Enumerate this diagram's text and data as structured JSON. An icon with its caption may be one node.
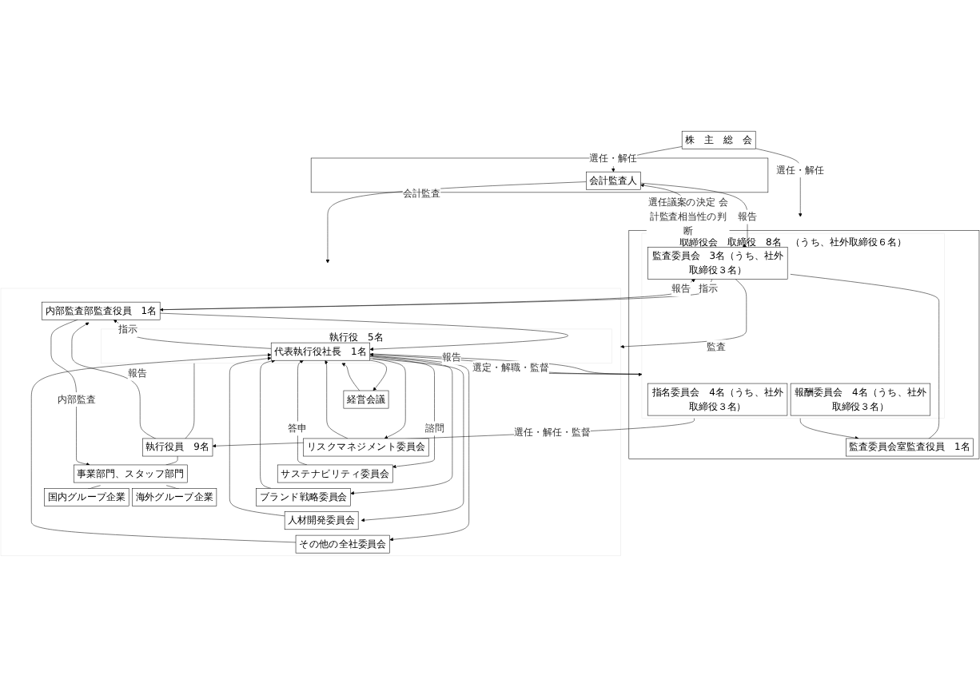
{
  "diagram": {
    "nodes": [
      {
        "text": [
          "株　主　総　会"
        ]
      },
      {
        "text": [],
        "shape": "box"
      },
      {
        "text": [
          "取締役会　取締役　8名　（うち、社外取締役６名）"
        ],
        "in": 1
      },
      {
        "text": [
          "指名委員会　4名（うち、社外取締役３名）"
        ],
        "in": 2
      },
      {
        "text": [
          "報酬委員会　4名（うち、社外取締役３名）"
        ],
        "in": 2
      },
      {
        "text": [
          "監査委員会　3名（うち、社外取締役３名）"
        ],
        "in": 2
      },
      {
        "text": [
          "監査委員会室監査役員　1名"
        ],
        "in": 1
      },
      {
        "text": [],
        "shape": "box"
      },
      {
        "text": [
          "会計監査人"
        ],
        "in": 7
      },
      {
        "text": [],
        "shape": "box"
      },
      {
        "text": [
          "経営会議"
        ],
        "in": 9
      },
      {
        "text": [
          "リスクマネジメント委員会"
        ],
        "in": 9
      },
      {
        "text": [
          "サステナビリティ委員会"
        ],
        "in": 9
      },
      {
        "text": [
          "ブランド戦略委員会"
        ],
        "in": 9
      },
      {
        "text": [
          "人材開発委員会"
        ],
        "in": 9
      },
      {
        "text": [
          "その他の全社委員会"
        ],
        "in": 9
      },
      {
        "text": [
          "執行役　5名"
        ],
        "in": 9
      },
      {
        "text": [
          "代表執行役社長　1名"
        ],
        "in": 16
      },
      {
        "text": [
          "内部監査部監査役員　1名"
        ],
        "in": 9
      },
      {
        "text": [
          "執行役員　9名"
        ],
        "in": 9
      },
      {
        "text": [
          "事業部門、スタッフ部門"
        ],
        "in": 9
      },
      {
        "text": [
          "国内グループ企業"
        ],
        "in": 9
      },
      {
        "text": [
          "海外グループ企業"
        ],
        "in": 9
      }
    ],
    "edges": [
      {
        "from": 0,
        "to": 2,
        "arrow": "to",
        "label": "選任・解任"
      },
      {
        "from": 0,
        "to": 8,
        "arrow": "to",
        "label": "選任・解任"
      },
      {
        "from": 8,
        "to": 5,
        "arrow": "to",
        "label": "報告"
      },
      {
        "from": 5,
        "to": 8,
        "arrow": "to",
        "label": "選任議案の決定 会計監査相当性の判断"
      },
      {
        "from": 5,
        "to": 6,
        "arrow": "none"
      },
      {
        "from": 5,
        "to": 9,
        "arrow": "to",
        "label": "監査"
      },
      {
        "from": 8,
        "to": 9,
        "arrow": "to",
        "label": "会計監査"
      },
      {
        "from": 2,
        "to": 17,
        "arrow": "to",
        "label": "選定・解職・監督"
      },
      {
        "from": 17,
        "to": 2,
        "arrow": "to",
        "label": "報告"
      },
      {
        "from": 2,
        "to": 6,
        "arrow": "to"
      },
      {
        "from": 2,
        "to": 16,
        "arrow": "to"
      },
      {
        "from": 2,
        "to": 19,
        "arrow": "to",
        "label": "選任・解任・監督"
      },
      {
        "from": 5,
        "to": 18,
        "arrow": "to",
        "label": "指示"
      },
      {
        "from": 18,
        "to": 5,
        "arrow": "to",
        "label": "報告"
      },
      {
        "from": 17,
        "to": 18,
        "arrow": "to",
        "label": "指示"
      },
      {
        "from": 18,
        "to": 17,
        "arrow": "to"
      },
      {
        "from": 19,
        "to": 18,
        "arrow": "to",
        "label": "報告"
      },
      {
        "from": 17,
        "to": 10,
        "arrow": "to"
      },
      {
        "from": 17,
        "to": 11,
        "arrow": "to"
      },
      {
        "from": 17,
        "to": 12,
        "arrow": "to",
        "label": "諮問"
      },
      {
        "from": 17,
        "to": 13,
        "arrow": "to"
      },
      {
        "from": 17,
        "to": 14,
        "arrow": "to"
      },
      {
        "from": 17,
        "to": 15,
        "arrow": "to"
      },
      {
        "from": 10,
        "to": 17,
        "arrow": "to"
      },
      {
        "from": 11,
        "to": 17,
        "arrow": "to"
      },
      {
        "from": 12,
        "to": 17,
        "arrow": "to",
        "label": "答申"
      },
      {
        "from": 13,
        "to": 17,
        "arrow": "to"
      },
      {
        "from": 14,
        "to": 17,
        "arrow": "to"
      },
      {
        "from": 15,
        "to": 17,
        "arrow": "to"
      },
      {
        "from": 16,
        "to": 19,
        "arrow": "none"
      },
      {
        "from": 19,
        "to": 20,
        "arrow": "none"
      },
      {
        "from": 18,
        "to": 20,
        "arrow": "to",
        "label": "内部監査"
      },
      {
        "from": 20,
        "to": 21,
        "arrow": "to"
      },
      {
        "from": 20,
        "to": 22,
        "arrow": "to"
      }
    ]
  }
}
